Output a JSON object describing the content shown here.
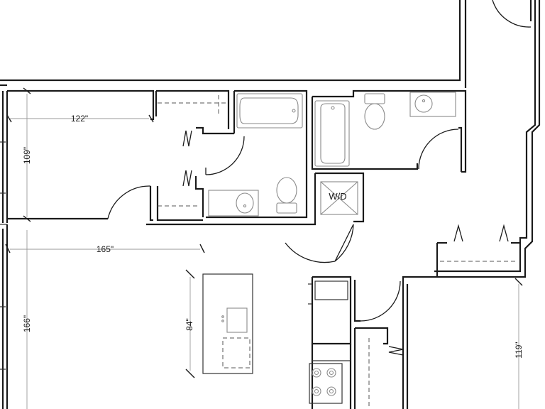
{
  "plan": {
    "dimensions": {
      "bedroom_width": "122\"",
      "bedroom_depth": "109\"",
      "living_width": "165\"",
      "living_depth": "166\"",
      "island_length": "84\"",
      "right_room_depth": "119\""
    },
    "labels": {
      "washer_dryer": "W/D"
    }
  }
}
